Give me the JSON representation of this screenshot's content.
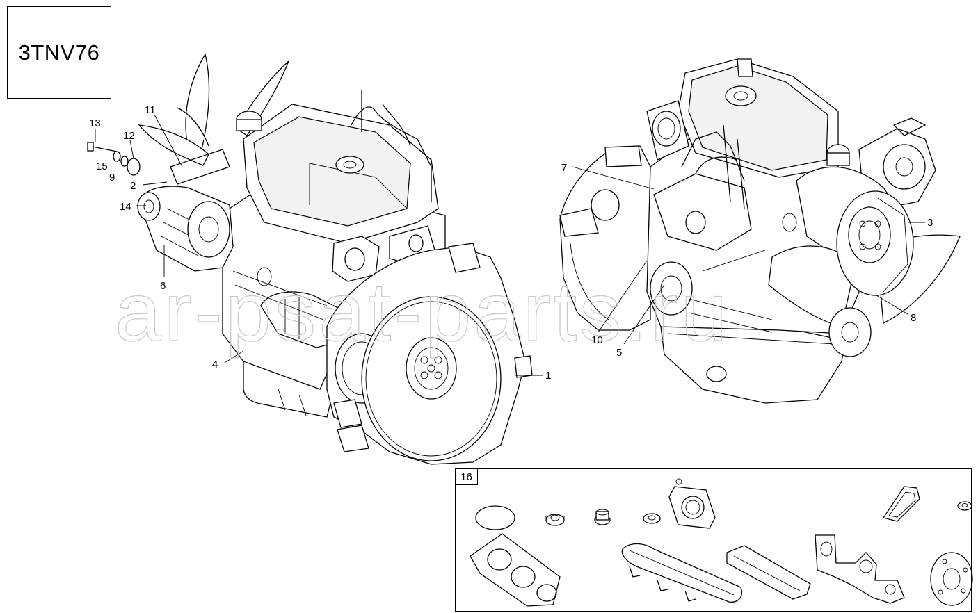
{
  "model": "3TNV76",
  "watermark": "ar-psat-parts.ru",
  "callouts": [
    {
      "id": "13",
      "text": "13"
    },
    {
      "id": "11",
      "text": "11"
    },
    {
      "id": "12",
      "text": "12"
    },
    {
      "id": "15",
      "text": "15"
    },
    {
      "id": "9",
      "text": "9"
    },
    {
      "id": "2",
      "text": "2"
    },
    {
      "id": "14",
      "text": "14"
    },
    {
      "id": "6",
      "text": "6"
    },
    {
      "id": "4",
      "text": "4"
    },
    {
      "id": "1",
      "text": "1"
    },
    {
      "id": "7",
      "text": "7"
    },
    {
      "id": "3",
      "text": "3"
    },
    {
      "id": "8",
      "text": "8"
    },
    {
      "id": "10",
      "text": "10"
    },
    {
      "id": "5",
      "text": "5"
    }
  ],
  "gasket_kit": {
    "label": "16"
  }
}
